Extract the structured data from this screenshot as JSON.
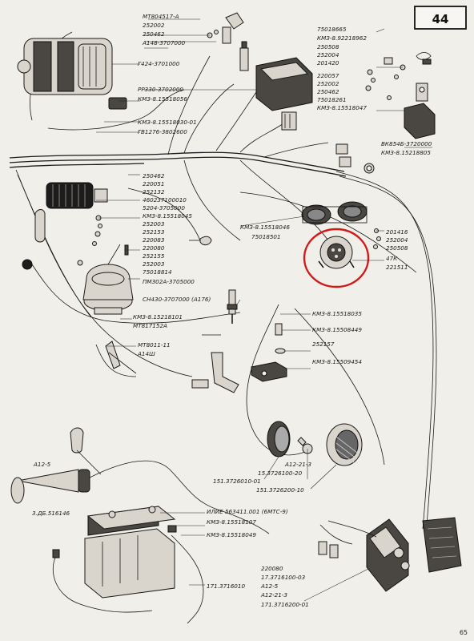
{
  "page_number_box": "44",
  "page_footer_number": "65",
  "labels": [
    {
      "id": "mt804517a",
      "text": "МТ804517-А"
    },
    {
      "id": "252002a",
      "text": "252002"
    },
    {
      "id": "250462a",
      "text": "250462"
    },
    {
      "id": "a148",
      "text": "А148-3707000"
    },
    {
      "id": "g424",
      "text": "Г424-3701000"
    },
    {
      "id": "rr330",
      "text": "РР330-3702000"
    },
    {
      "id": "kmz56",
      "text": "КМЗ-8.15518056"
    },
    {
      "id": "kmz30",
      "text": "КМЗ-8.15518030-01"
    },
    {
      "id": "gv1276",
      "text": "ГВ1276-3802600"
    },
    {
      "id": "751865",
      "text": "75018665"
    },
    {
      "id": "kmz62",
      "text": "КМЗ-8.92218962"
    },
    {
      "id": "250508a",
      "text": "250508"
    },
    {
      "id": "252004a",
      "text": "252004"
    },
    {
      "id": "201420",
      "text": "201420"
    },
    {
      "id": "220057",
      "text": "220057"
    },
    {
      "id": "252002b",
      "text": "252002"
    },
    {
      "id": "250462b",
      "text": "250462"
    },
    {
      "id": "75018261",
      "text": "75018261"
    },
    {
      "id": "kmz47",
      "text": "КМЗ-8.15518047"
    },
    {
      "id": "vk854",
      "text": "ВК854Б-3720000"
    },
    {
      "id": "kmz05",
      "text": "КМЗ-8.15218805"
    },
    {
      "id": "250462c",
      "text": "250462"
    },
    {
      "id": "220051",
      "text": "220051"
    },
    {
      "id": "252132",
      "text": "252132"
    },
    {
      "id": "4602",
      "text": "460237100010"
    },
    {
      "id": "5204",
      "text": "5204-3705000"
    },
    {
      "id": "kmz45",
      "text": "КМЗ-8.15518045"
    },
    {
      "id": "252003a",
      "text": "252003"
    },
    {
      "id": "252153",
      "text": "252153"
    },
    {
      "id": "220083",
      "text": "220083"
    },
    {
      "id": "220080a",
      "text": "220080"
    },
    {
      "id": "252155",
      "text": "252155"
    },
    {
      "id": "252003b",
      "text": "252003"
    },
    {
      "id": "75018814",
      "text": "75018814"
    },
    {
      "id": "pm302",
      "text": "ПМ302А-3705000"
    },
    {
      "id": "kmz46",
      "text": "КМЗ-8.15518046"
    },
    {
      "id": "75018501",
      "text": "75018501"
    },
    {
      "id": "201416",
      "text": "201416"
    },
    {
      "id": "252004b",
      "text": "252004"
    },
    {
      "id": "250508b",
      "text": "250508"
    },
    {
      "id": "47k",
      "text": "47К"
    },
    {
      "id": "221511",
      "text": "221511"
    },
    {
      "id": "sn430",
      "text": "СН430-3707000 (А176)"
    },
    {
      "id": "kmz101",
      "text": "КМЗ-8.15218101"
    },
    {
      "id": "mt817152",
      "text": "МТ817152А"
    },
    {
      "id": "kmz35",
      "text": "КМЗ-8.15518035"
    },
    {
      "id": "kmz49",
      "text": "КМЗ-8.15508449"
    },
    {
      "id": "252157",
      "text": "252157"
    },
    {
      "id": "mt8011",
      "text": "МТ8011-11"
    },
    {
      "id": "a14sh",
      "text": "А14Ш"
    },
    {
      "id": "kmz54",
      "text": "КМЗ-8.15509454"
    },
    {
      "id": "a125a",
      "text": "А12-5"
    },
    {
      "id": "zdb",
      "text": "3.ДБ.516146"
    },
    {
      "id": "a12213a",
      "text": "А12-21-3"
    },
    {
      "id": "1537261",
      "text": "15.3726100-20"
    },
    {
      "id": "151372",
      "text": "151.3726010-01"
    },
    {
      "id": "1513726",
      "text": "151.3726200-10"
    },
    {
      "id": "ilie",
      "text": "ИЛИЕ 563411.001 (6МТС-9)"
    },
    {
      "id": "kmz07",
      "text": "КМЗ-8.15518107"
    },
    {
      "id": "kmz48",
      "text": "КМЗ-8.15518049"
    },
    {
      "id": "171",
      "text": "171.3716010"
    },
    {
      "id": "220080b",
      "text": "220080"
    },
    {
      "id": "173716",
      "text": "17.3716100-03"
    },
    {
      "id": "a125b",
      "text": "А12-5"
    },
    {
      "id": "a12213b",
      "text": "А12-21-3"
    },
    {
      "id": "1713716",
      "text": "171.3716200-01"
    }
  ]
}
